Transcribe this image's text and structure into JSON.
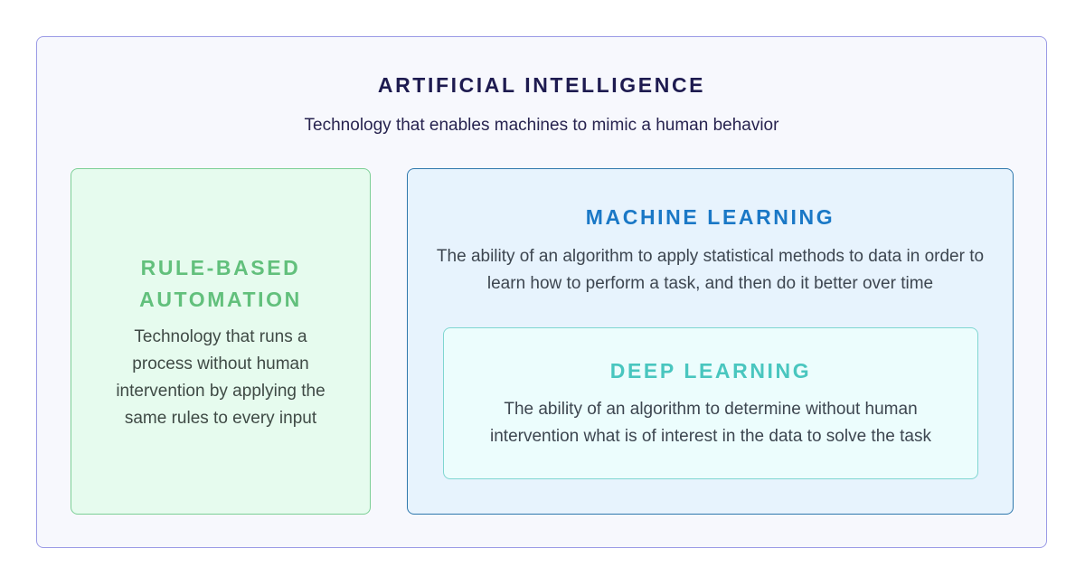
{
  "artificial_intelligence": {
    "title": "ARTIFICIAL INTELLIGENCE",
    "description": "Technology that enables machines to mimic a human behavior"
  },
  "rule_based_automation": {
    "title": "RULE-BASED AUTOMATION",
    "description": "Technology that runs a process without human intervention by applying the same rules to every input"
  },
  "machine_learning": {
    "title": "MACHINE LEARNING",
    "description": "The ability of an algorithm to apply statistical methods to data in order to learn how to perform a task, and then do it better over time"
  },
  "deep_learning": {
    "title": "DEEP LEARNING",
    "description": "The ability of an algorithm to determine without human intervention what is of interest in the data to solve the task"
  },
  "colors": {
    "ai_border": "#9b9be6",
    "ai_title": "#1e1b50",
    "rule_accent": "#62c07c",
    "ml_accent": "#1a78c6",
    "dl_accent": "#49c6bf"
  }
}
